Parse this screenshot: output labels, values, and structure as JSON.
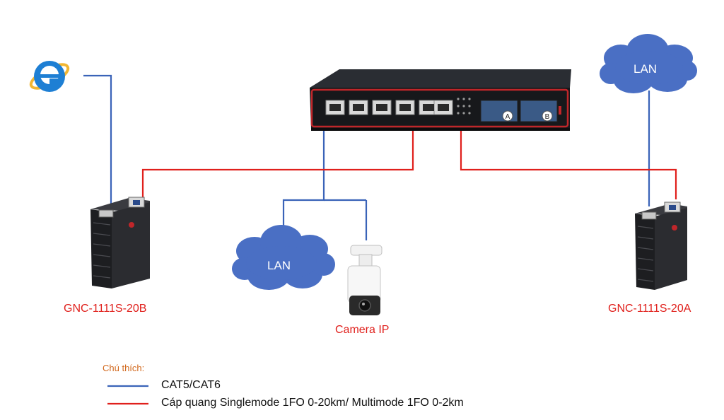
{
  "colors": {
    "cat_line": "#3a63b8",
    "fiber_line": "#e0201c",
    "cloud_fill": "#4a6fc4",
    "label_red": "#e0201c",
    "legend_title": "#d2691e"
  },
  "icons": {
    "browser": "internet-explorer-icon",
    "switch": "ethernet-switch-icon",
    "converter": "media-converter-icon",
    "camera": "ip-camera-icon",
    "cloud": "lan-cloud-icon"
  },
  "nodes": {
    "converter_left": "GNC-1111S-20B",
    "converter_right": "GNC-1111S-20A",
    "camera": "Camera IP",
    "lan_left": "LAN",
    "lan_right": "LAN"
  },
  "legend": {
    "title": "Chú thích:",
    "items": [
      {
        "line": "blue",
        "label": "CAT5/CAT6"
      },
      {
        "line": "red",
        "label": "Cáp quang Singlemode 1FO 0-20km/ Multimode 1FO 0-2km"
      }
    ]
  }
}
